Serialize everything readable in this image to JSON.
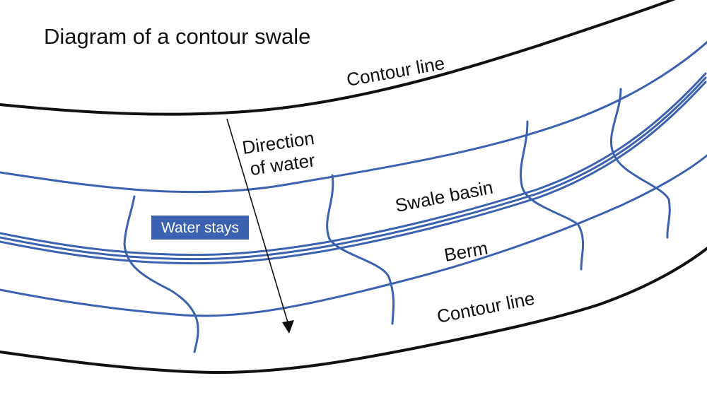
{
  "title": "Diagram of a contour swale",
  "labels": {
    "contour_top": "Contour line",
    "contour_bottom": "Contour line",
    "direction_line1": "Direction",
    "direction_line2": "of water",
    "swale_basin": "Swale basin",
    "berm": "Berm",
    "water_stays": "Water stays"
  },
  "colors": {
    "contour": "#111111",
    "swale": "#3b61b1",
    "badge_fill": "#3b61b1",
    "badge_text": "#ffffff",
    "arrow": "#111111"
  }
}
